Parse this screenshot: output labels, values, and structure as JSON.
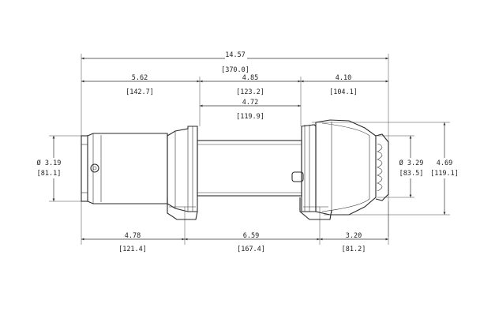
{
  "drawing": {
    "dimensions": {
      "overall_length": {
        "imperial": "14.57",
        "metric": "[370.0]"
      },
      "motor_to_drum": {
        "imperial": "5.62",
        "metric": "[142.7]"
      },
      "between_supports": {
        "imperial": "4.85",
        "metric": "[123.2]"
      },
      "drum_width": {
        "imperial": "4.72",
        "metric": "[119.9]"
      },
      "gear_end": {
        "imperial": "4.10",
        "metric": "[104.1]"
      },
      "motor_diameter": {
        "imperial": "Ø 3.19",
        "metric": "[81.1]"
      },
      "gear_diameter": {
        "imperial": "Ø 3.29",
        "metric": "[83.5]"
      },
      "overall_height": {
        "imperial": "4.69",
        "metric": "[119.1]"
      },
      "bottom_left": {
        "imperial": "4.78",
        "metric": "[121.4]"
      },
      "bottom_mid": {
        "imperial": "6.59",
        "metric": "[167.4]"
      },
      "bottom_right": {
        "imperial": "3.20",
        "metric": "[81.2]"
      }
    }
  }
}
